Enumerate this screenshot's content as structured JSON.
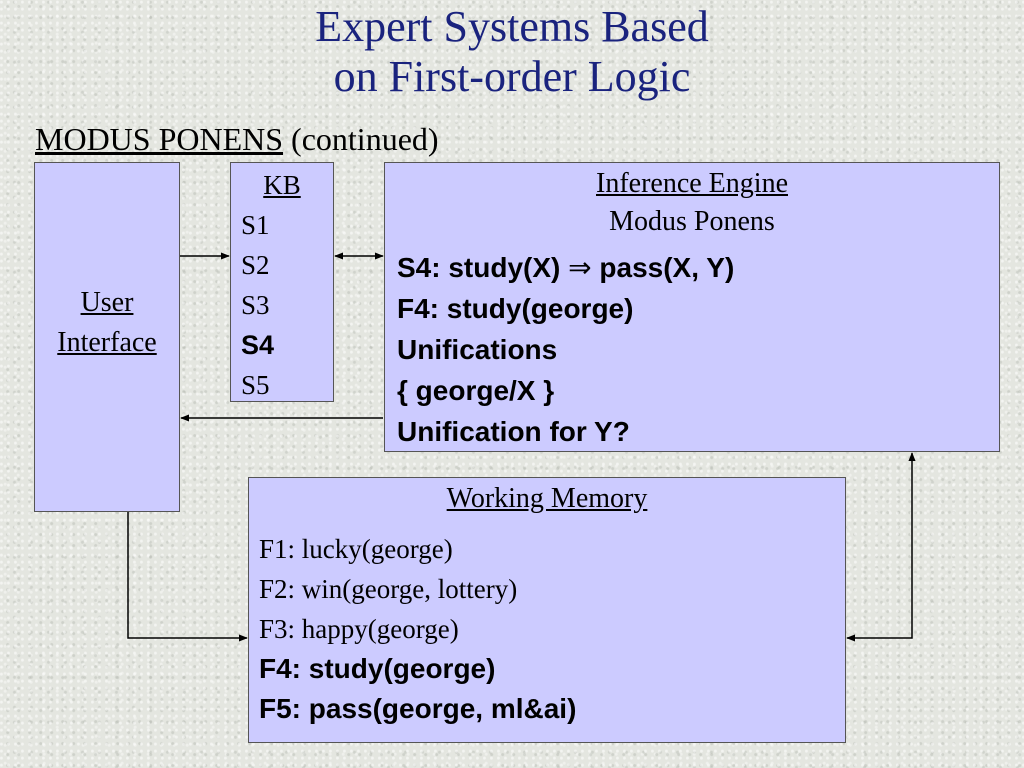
{
  "title": {
    "line1": "Expert Systems Based",
    "line2": "on First-order Logic"
  },
  "subtitle": {
    "underlined": "MODUS PONENS",
    "rest": " (continued)"
  },
  "user_interface": {
    "line1": "User",
    "line2": "Interface"
  },
  "kb": {
    "heading": "KB",
    "items": [
      "S1",
      "S2",
      "S3",
      "S4",
      "S5"
    ]
  },
  "inference_engine": {
    "heading": "Inference Engine",
    "subheading": "Modus Ponens",
    "rule_prefix": "S4: study(X) ",
    "rule_arrow": "⇒",
    "rule_suffix": " pass(X, Y)",
    "fact": "F4: study(george)",
    "unifications_label": "Unifications",
    "unification_set": "{ george/X }",
    "question": "Unification for Y?"
  },
  "working_memory": {
    "heading": "Working Memory",
    "facts": [
      "F1: lucky(george)",
      "F2: win(george, lottery)",
      "F3: happy(george)",
      "F4: study(george)",
      "F5: pass(george, ml&ai)"
    ]
  }
}
